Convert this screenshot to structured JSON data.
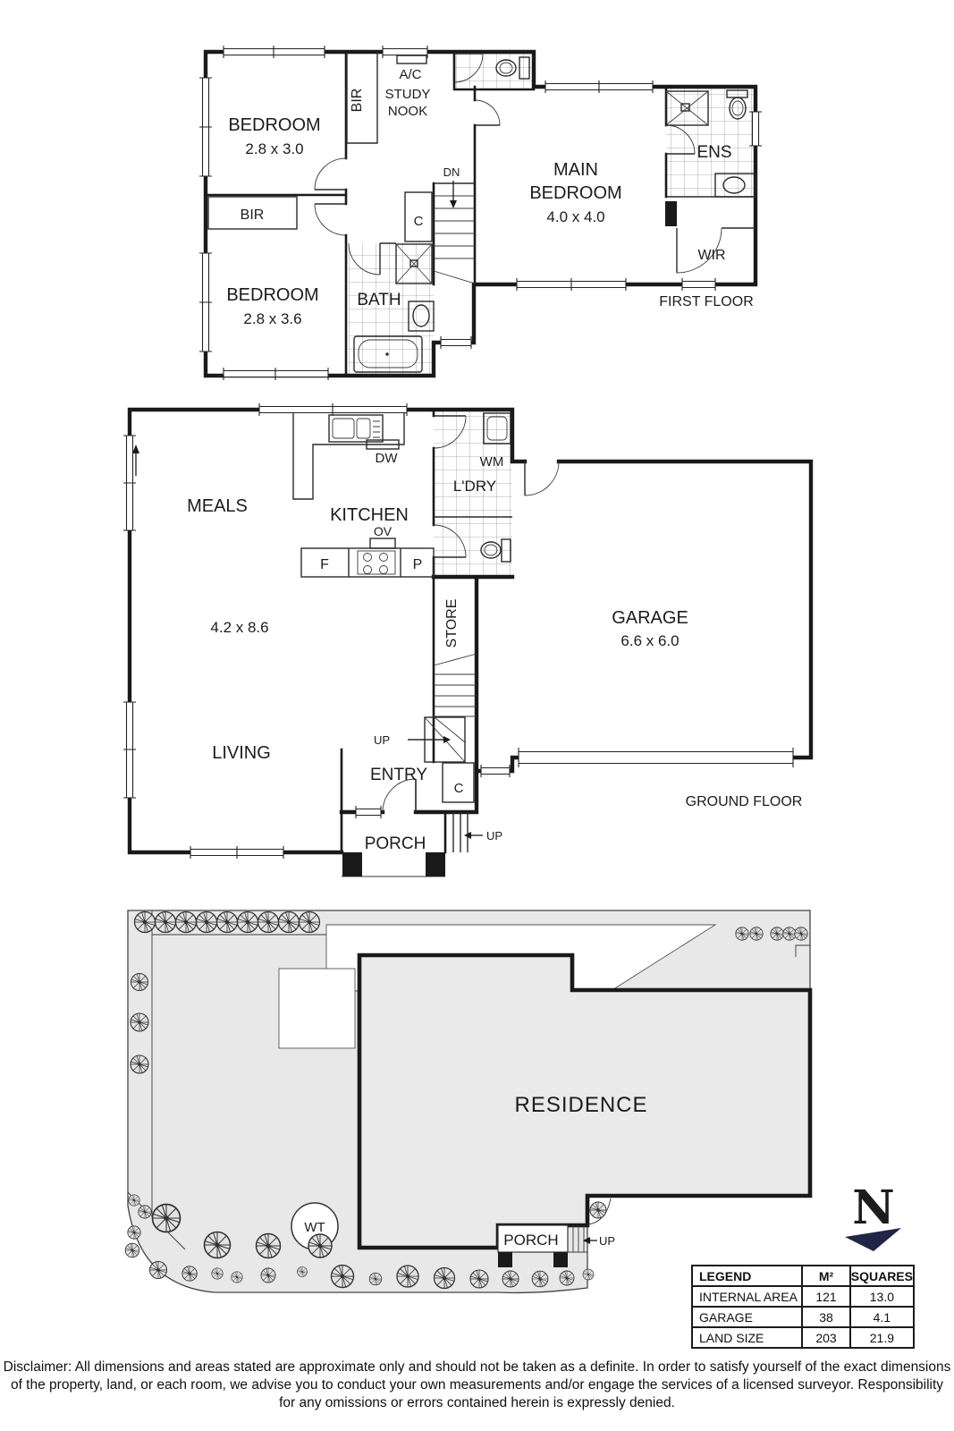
{
  "colors": {
    "navy": "#1f2647",
    "site_fill": "#e8e8e8",
    "residence_fill": "#eaeaea",
    "wall": "#1a1a1a"
  },
  "first_floor": {
    "title": "FIRST FLOOR",
    "bedroom1": "BEDROOM",
    "bedroom1_dim": "2.8 x 3.0",
    "bir1": "BIR",
    "ac": "A/C",
    "study": "STUDY",
    "nook": "NOOK",
    "dn": "DN",
    "bir2": "BIR",
    "closet": "C",
    "bedroom2": "BEDROOM",
    "bedroom2_dim": "2.8 x 3.6",
    "bath": "BATH",
    "main1": "MAIN",
    "main2": "BEDROOM",
    "main_dim": "4.0 x 4.0",
    "ens": "ENS",
    "wir": "WIR"
  },
  "ground_floor": {
    "title": "GROUND FLOOR",
    "meals": "MEALS",
    "kitchen": "KITCHEN",
    "dw": "DW",
    "ov": "OV",
    "fridge": "F",
    "pantry": "P",
    "wm": "WM",
    "laundry": "L'DRY",
    "store": "STORE",
    "living_dim": "4.2 x 8.6",
    "living": "LIVING",
    "garage": "GARAGE",
    "garage_dim": "6.6 x 6.0",
    "up_stairs": "UP",
    "entry": "ENTRY",
    "closet": "C",
    "porch": "PORCH",
    "up_porch": "UP"
  },
  "site": {
    "residence": "RESIDENCE",
    "wt": "WT",
    "porch": "PORCH",
    "up": "UP",
    "north": "N"
  },
  "legend": {
    "headers": [
      "LEGEND",
      "M²",
      "SQUARES"
    ],
    "rows": [
      [
        "INTERNAL AREA",
        "121",
        "13.0"
      ],
      [
        "GARAGE",
        "38",
        "4.1"
      ],
      [
        "LAND SIZE",
        "203",
        "21.9"
      ]
    ]
  },
  "disclaimer": {
    "lines": [
      "Disclaimer: All dimensions and areas stated are approximate only and should not be taken as a definite. In order to satisfy yourself of the exact dimensions",
      "of the property, land, or each room, we advise you to conduct your own measurements and/or engage the services of a licensed surveyor. Responsibility",
      "for any omissions or errors contained herein is expressly denied."
    ]
  }
}
